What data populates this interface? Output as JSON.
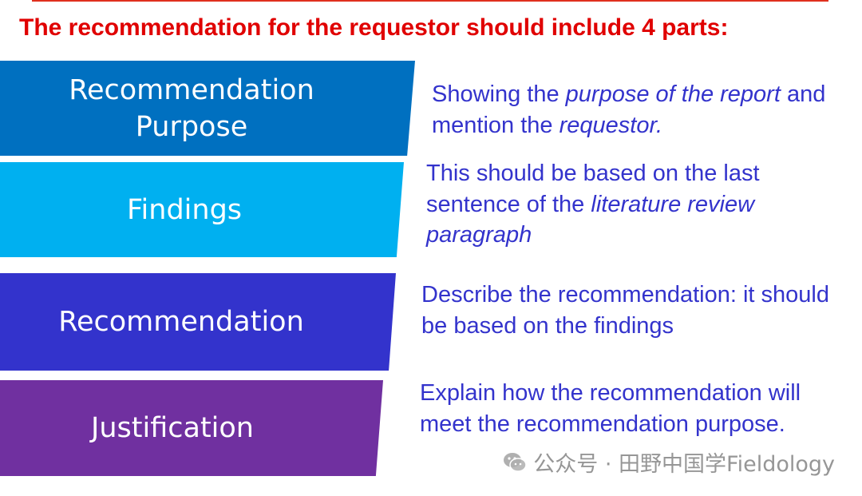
{
  "heading": "The recommendation for the requestor should include 4 parts:",
  "bands": [
    {
      "label": "Recommendation\nPurpose",
      "color": "#0070c0"
    },
    {
      "label": "Findings",
      "color": "#00b0f0"
    },
    {
      "label": "Recommendation",
      "color": "#3333cc"
    },
    {
      "label": "Justification",
      "color": "#7030a0"
    }
  ],
  "descriptions": [
    {
      "segments": [
        {
          "text": "Showing the "
        },
        {
          "text": "purpose of the report",
          "italic": true
        },
        {
          "text": " and mention the "
        },
        {
          "text": "requestor.",
          "italic": true
        }
      ]
    },
    {
      "segments": [
        {
          "text": "This should be based on the last sentence of the "
        },
        {
          "text": "literature review paragraph",
          "italic": true
        }
      ]
    },
    {
      "segments": [
        {
          "text": "Describe the recommendation: it should be based on the findings"
        }
      ]
    },
    {
      "segments": [
        {
          "text": "Explain how the recommendation will meet the recommendation purpose."
        }
      ]
    }
  ],
  "watermark": {
    "text": "公众号 · 田野中国学Fieldology",
    "icon": "wechat-icon"
  },
  "colors": {
    "heading": "#e00000",
    "description": "#3333cc",
    "top_rule": "#e0301e"
  }
}
